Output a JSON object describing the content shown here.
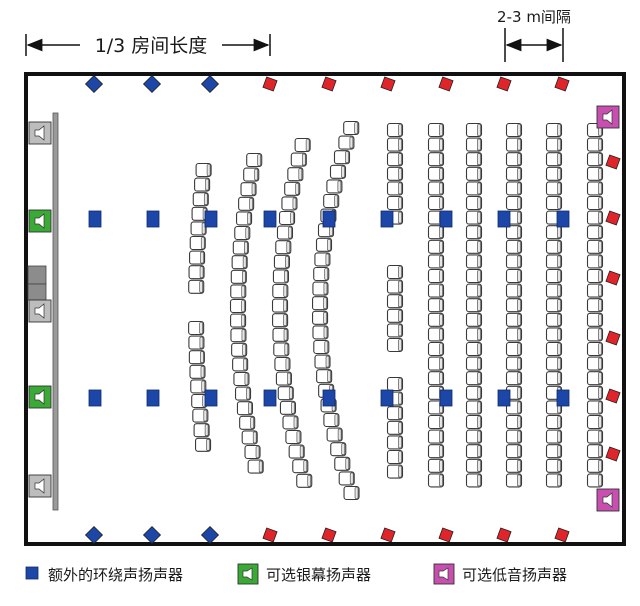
{
  "annotations": {
    "room_length_label": "1/3 房间长度",
    "spacing_label": "2-3 m间隔"
  },
  "legend": [
    {
      "label": "额外的环绕声扬声器",
      "color": "#1c47a8",
      "icon": "blue-square-speaker-icon"
    },
    {
      "label": "可选银幕扬声器",
      "color": "#3aa935",
      "icon": "green-screen-speaker-icon"
    },
    {
      "label": "可选低音扬声器",
      "color": "#c84fb0",
      "icon": "magenta-subwoofer-icon"
    }
  ],
  "colors": {
    "surround_blue": "#1c47a8",
    "surround_red": "#e0242a",
    "screen_green": "#3aa935",
    "screen_gray": "#bdbdbd",
    "subwoofer_magenta": "#c84fb0",
    "wall": "#111111"
  }
}
